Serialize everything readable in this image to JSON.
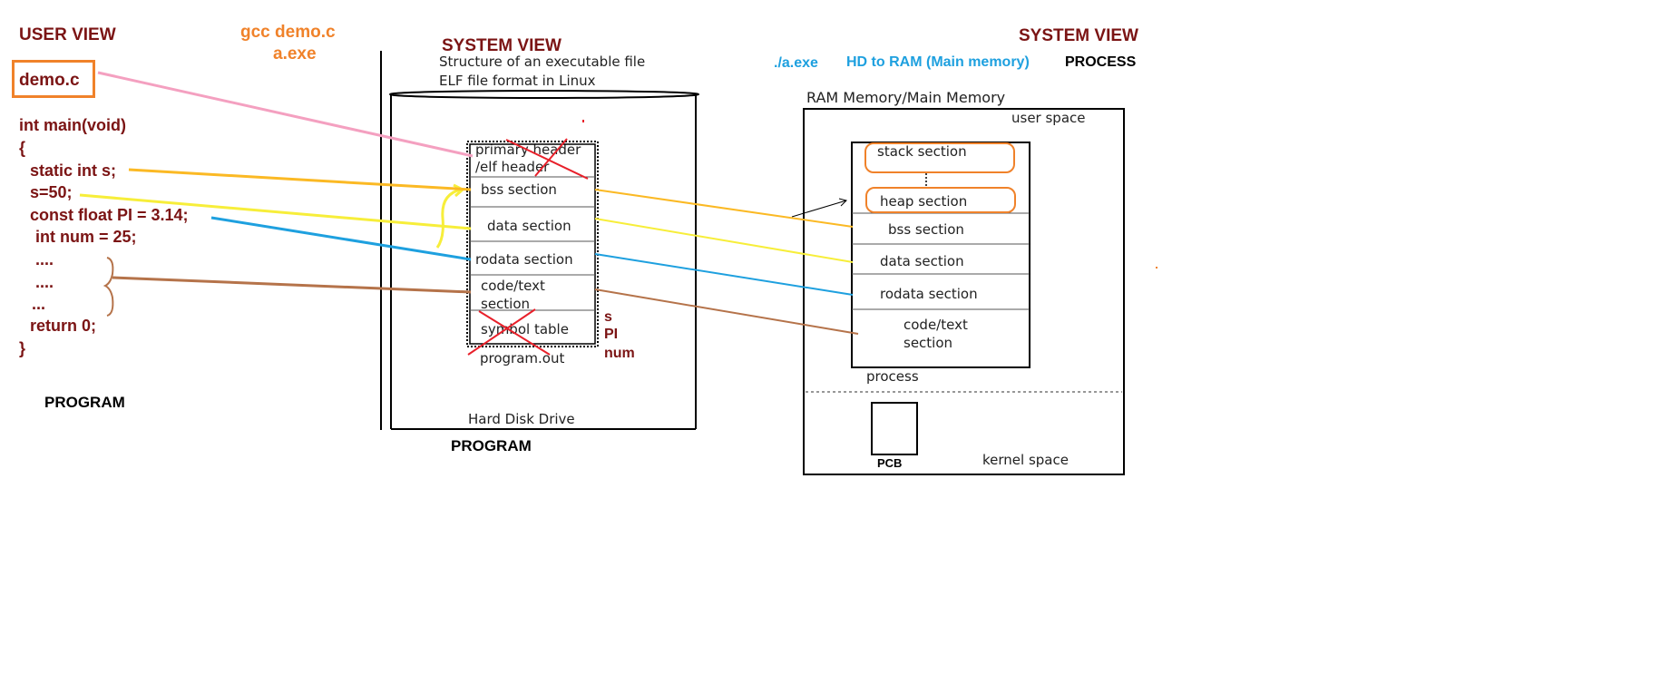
{
  "user_view": {
    "heading": "USER VIEW",
    "file_name": "demo.c",
    "code_lines": [
      "int main(void)",
      "{",
      "static int s;",
      "s=50;",
      "const float PI = 3.14;",
      "int num = 25;",
      "....",
      "....",
      "...",
      "return 0;",
      "}"
    ],
    "footer": "PROGRAM"
  },
  "compile": {
    "command": "gcc demo.c",
    "output": "a.exe"
  },
  "system_view_program": {
    "heading": "SYSTEM VIEW",
    "subtitle_line1": "Structure of an executable file",
    "subtitle_line2": "ELF file format in Linux",
    "sections": {
      "header_line1": "primary header",
      "header_line2": "/elf header",
      "bss": "bss section",
      "data": "data section",
      "rodata": "rodata section",
      "code_line1": "code/text",
      "code_line2": "section",
      "symbol": "symbol table"
    },
    "symbol_names": [
      "s",
      "PI",
      "num"
    ],
    "file_label": "program.out",
    "disk_label": "Hard Disk Drive",
    "footer": "PROGRAM"
  },
  "system_view_process": {
    "heading": "SYSTEM VIEW",
    "run_command": "./a.exe",
    "load_note": "HD to RAM (Main memory)",
    "process_label": "PROCESS",
    "ram_title": "RAM Memory/Main Memory",
    "user_space": "user space",
    "sections": {
      "stack": "stack section",
      "heap": "heap section",
      "bss": "bss section",
      "data": "data section",
      "rodata": "rodata section",
      "code_line1": "code/text",
      "code_line2": "section"
    },
    "process_caption": "process",
    "pcb": "PCB",
    "kernel_space": "kernel space"
  },
  "colors": {
    "heading": "#7b1414",
    "orange": "#f0822a",
    "blue": "#1ea0df",
    "pink": "#f4a0c0",
    "yellow_orange": "#fbb924",
    "yellow": "#f7ee3a",
    "brown": "#b5734a",
    "red_cross": "#e8202a"
  }
}
